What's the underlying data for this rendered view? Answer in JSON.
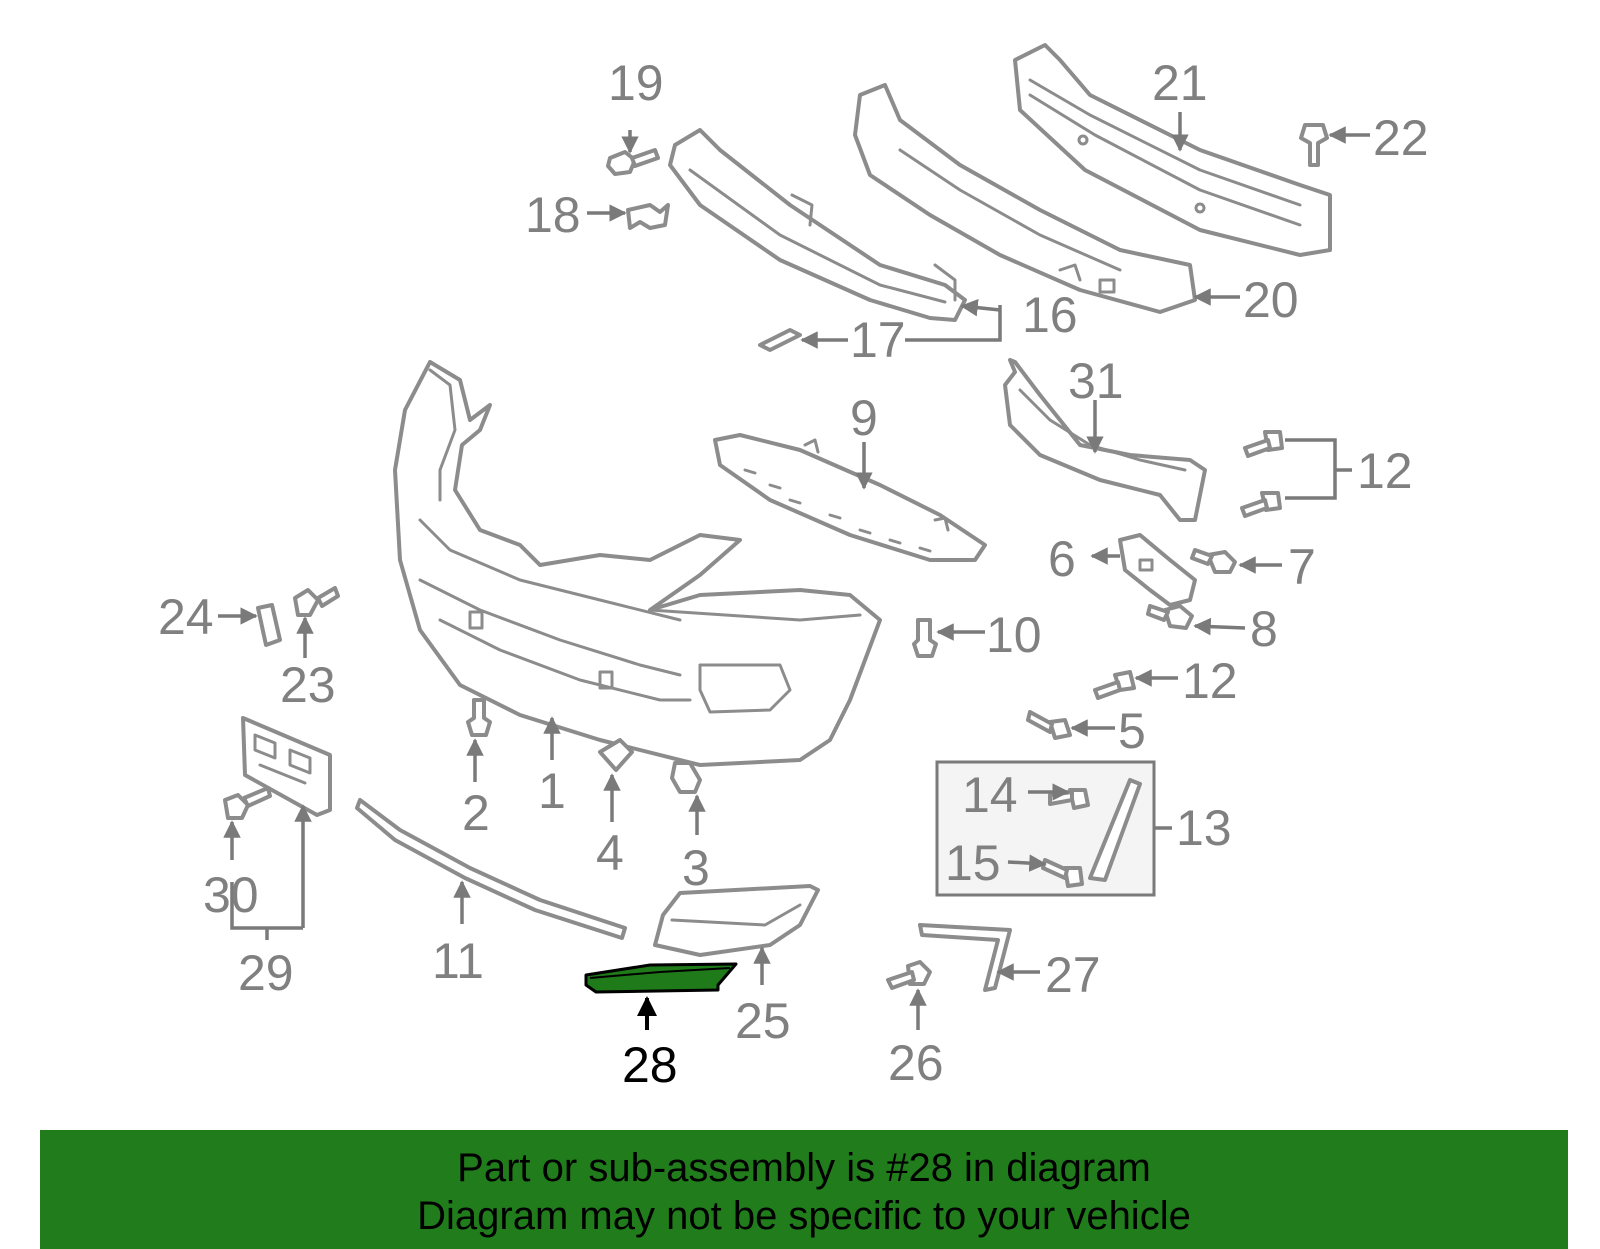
{
  "highlight": {
    "part": "28",
    "color": "#1f7a1a"
  },
  "callouts": {
    "c1": "1",
    "c2": "2",
    "c3": "3",
    "c4": "4",
    "c5": "5",
    "c6": "6",
    "c7": "7",
    "c8": "8",
    "c9": "9",
    "c10": "10",
    "c11": "11",
    "c12a": "12",
    "c12b": "12",
    "c13": "13",
    "c14": "14",
    "c15": "15",
    "c16": "16",
    "c17": "17",
    "c18": "18",
    "c19": "19",
    "c20": "20",
    "c21": "21",
    "c22": "22",
    "c23": "23",
    "c24": "24",
    "c25": "25",
    "c26": "26",
    "c27": "27",
    "c28": "28",
    "c29": "29",
    "c30": "30",
    "c31": "31"
  },
  "banner": {
    "line1": "Part or sub-assembly is #28 in diagram",
    "line2": "Diagram may not be specific to your vehicle",
    "background": "#217d1c"
  }
}
